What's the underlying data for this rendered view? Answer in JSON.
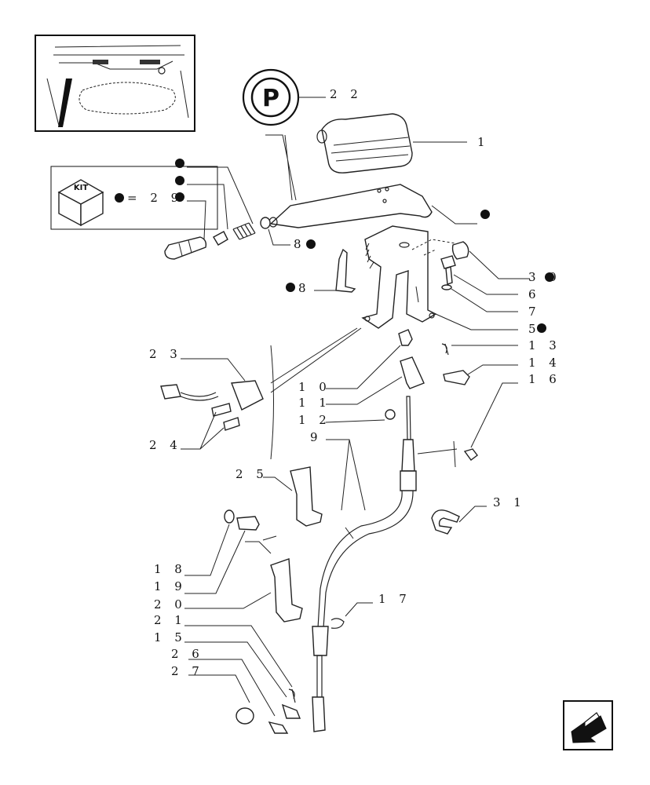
{
  "kit": {
    "label": "KIT",
    "equals": "= 2 9"
  },
  "callouts": {
    "c1": "1",
    "c22": "2 2",
    "c8": "8",
    "c28": "8",
    "c30": "3 0",
    "c6": "6",
    "c7": "7",
    "c5": "5",
    "c13": "1 3",
    "c14": "1 4",
    "c16": "1 6",
    "c23": "2 3",
    "c24": "2 4",
    "c10": "1 0",
    "c11": "1 1",
    "c12": "1 2",
    "c9": "9",
    "c25": "2 5",
    "c31": "3 1",
    "c18": "1 8",
    "c19": "1 9",
    "c20": "2 0",
    "c21": "2 1",
    "c15": "1 5",
    "c26": "2 6",
    "c27": "2 7",
    "c17": "1 7"
  },
  "parking_symbol": "P",
  "colors": {
    "ink": "#111111",
    "paper": "#ffffff"
  },
  "icons": [
    "parking-brake-symbol-icon",
    "kit-box-icon",
    "next-page-arrow-icon",
    "tractor-thumbnail"
  ]
}
